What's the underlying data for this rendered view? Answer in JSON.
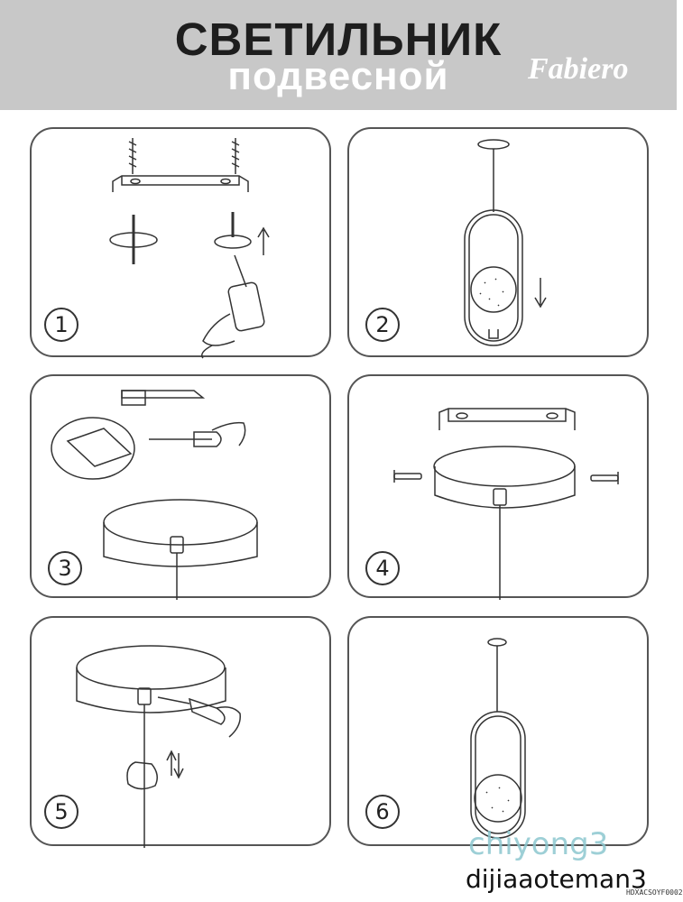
{
  "header": {
    "title_line1": "СВЕТИЛЬНИК",
    "title_line2": "подвесной",
    "brand": "Fabiero"
  },
  "steps": [
    {
      "number": "1"
    },
    {
      "number": "2"
    },
    {
      "number": "3"
    },
    {
      "number": "4"
    },
    {
      "number": "5"
    },
    {
      "number": "6"
    }
  ],
  "watermark": {
    "line1": "chiyong3",
    "line2": "dijiaaoteman3",
    "small": "HDXACSOYF0002"
  },
  "colors": {
    "banner": "#c8c8c8",
    "title_dark": "#1e1e1e",
    "watermark_teal": "#8cc7cf"
  }
}
